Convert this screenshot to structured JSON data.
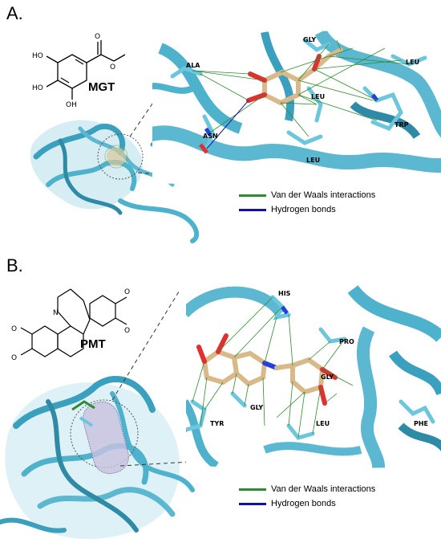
{
  "panels": [
    {
      "label": "A.",
      "compound": "MGT",
      "residues": [
        "ALA",
        "GLY",
        "LEU",
        "LEU",
        "ASN",
        "TRP",
        "LEU"
      ],
      "legend": [
        {
          "label": "Van der Waals interactions",
          "color": "#2e8b2e"
        },
        {
          "label": "Hydrogen bonds",
          "color": "#1010b0"
        }
      ]
    },
    {
      "label": "B.",
      "compound": "PMT",
      "residues": [
        "HIS",
        "PRO",
        "GLY",
        "GLY",
        "TYR",
        "LEU",
        "PHE"
      ],
      "legend": [
        {
          "label": "Van der Waals interactions",
          "color": "#2e8b2e"
        },
        {
          "label": "Hydrogen bonds",
          "color": "#1010b0"
        }
      ]
    }
  ],
  "colors": {
    "ribbon": "#5bb8d0",
    "ribbon_dark": "#2f8aa6",
    "ligand": "#d9b98a",
    "oxygen": "#e03030",
    "nitrogen": "#2040e0",
    "vdw": "#2e8b2e",
    "hbond": "#1010b0"
  }
}
